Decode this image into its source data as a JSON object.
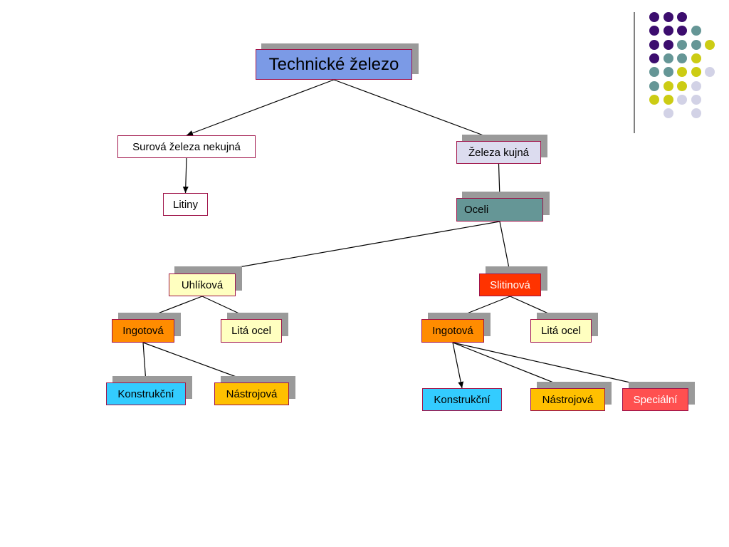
{
  "colors": {
    "root": "#7b9ae6",
    "white": "#ffffff",
    "lavender": "#dcdcef",
    "teal": "#659696",
    "pale_yellow": "#ffffc0",
    "orange": "#ff8c00",
    "red": "#ff3300",
    "cyan": "#33ccff",
    "gold": "#ffc000",
    "salmon": "#ff5050",
    "border": "#a0144a",
    "shadow": "#9a9a9a",
    "dot_purple": "#3c0d6e",
    "dot_teal": "#659696",
    "dot_yellow": "#cccc14",
    "dot_lavender": "#d2d2e6"
  },
  "diagram": {
    "nodes": [
      {
        "id": "root",
        "label": "Technické železo",
        "color": "root"
      },
      {
        "id": "surova",
        "label": "Surová železa nekujná",
        "color": "white"
      },
      {
        "id": "zeleza-kujna",
        "label": "Železa kujná",
        "color": "lavender"
      },
      {
        "id": "litiny",
        "label": "Litiny",
        "color": "white"
      },
      {
        "id": "oceli",
        "label": "Oceli",
        "color": "teal"
      },
      {
        "id": "uhlikova",
        "label": "Uhlíková",
        "color": "pale_yellow"
      },
      {
        "id": "slitinova",
        "label": "Slitinová",
        "color": "red"
      },
      {
        "id": "ingotova-1",
        "label": "Ingotová",
        "color": "orange"
      },
      {
        "id": "lita-ocel-1",
        "label": "Litá ocel",
        "color": "pale_yellow"
      },
      {
        "id": "ingotova-2",
        "label": "Ingotová",
        "color": "orange"
      },
      {
        "id": "lita-ocel-2",
        "label": "Litá ocel",
        "color": "pale_yellow"
      },
      {
        "id": "konstrukcni-1",
        "label": "Konstrukční",
        "color": "cyan"
      },
      {
        "id": "nastrojova-1",
        "label": "Nástrojová",
        "color": "gold"
      },
      {
        "id": "konstrukcni-2",
        "label": "Konstrukční",
        "color": "cyan"
      },
      {
        "id": "nastrojova-2",
        "label": "Nástrojová",
        "color": "gold"
      },
      {
        "id": "specialni",
        "label": "Speciální",
        "color": "salmon"
      }
    ],
    "edges": [
      [
        "root",
        "surova"
      ],
      [
        "root",
        "zeleza-kujna"
      ],
      [
        "surova",
        "litiny"
      ],
      [
        "zeleza-kujna",
        "oceli"
      ],
      [
        "oceli",
        "uhlikova"
      ],
      [
        "oceli",
        "slitinova"
      ],
      [
        "uhlikova",
        "ingotova-1"
      ],
      [
        "uhlikova",
        "lita-ocel-1"
      ],
      [
        "ingotova-1",
        "konstrukcni-1"
      ],
      [
        "ingotova-1",
        "nastrojova-1"
      ],
      [
        "slitinova",
        "ingotova-2"
      ],
      [
        "slitinova",
        "lita-ocel-2"
      ],
      [
        "ingotova-2",
        "konstrukcni-2"
      ],
      [
        "ingotova-2",
        "nastrojova-2"
      ],
      [
        "ingotova-2",
        "specialni"
      ]
    ]
  },
  "decoration": {
    "dot_grid": [
      [
        "dot_purple",
        "dot_purple",
        "dot_purple",
        null,
        null
      ],
      [
        "dot_purple",
        "dot_purple",
        "dot_purple",
        "dot_teal",
        null
      ],
      [
        "dot_purple",
        "dot_purple",
        "dot_teal",
        "dot_teal",
        "dot_yellow"
      ],
      [
        "dot_purple",
        "dot_teal",
        "dot_teal",
        "dot_yellow",
        null
      ],
      [
        "dot_teal",
        "dot_teal",
        "dot_yellow",
        "dot_yellow",
        "dot_lavender"
      ],
      [
        "dot_teal",
        "dot_yellow",
        "dot_yellow",
        "dot_lavender",
        null
      ],
      [
        "dot_yellow",
        "dot_yellow",
        "dot_lavender",
        "dot_lavender",
        null
      ],
      [
        null,
        "dot_lavender",
        null,
        "dot_lavender",
        null
      ]
    ]
  }
}
